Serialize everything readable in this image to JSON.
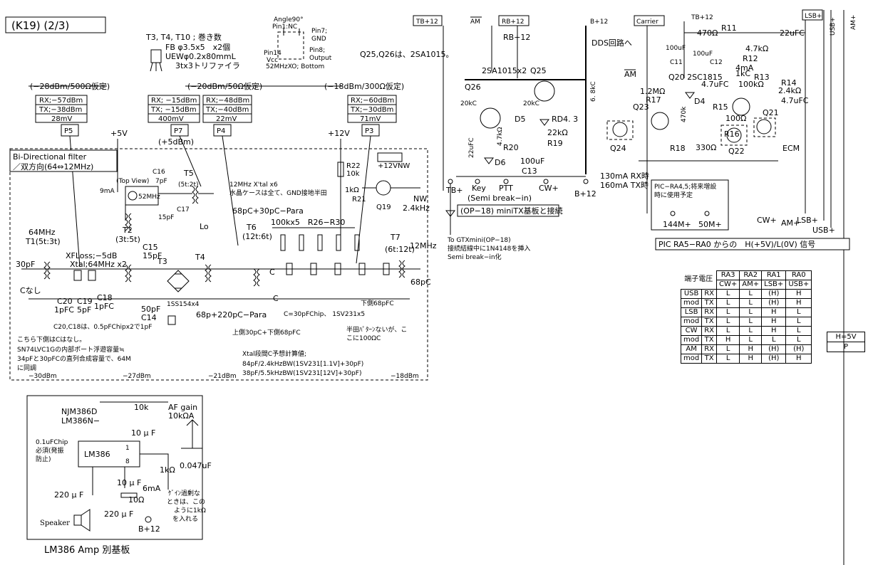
{
  "header": {
    "page_title": "(K19) (2/3)",
    "transformer_notes": [
      "T3, T4, T10 ; 巻き数",
      "FB φ3.5x5　x2個",
      "UEWφ0.2x80mmL",
      "3tx3トリファイラ"
    ],
    "xo_labels": {
      "angle": "Angle90°",
      "pin1": "Pin1:NC",
      "pin7": "Pin7;",
      "gnd": "GND",
      "pin14": "Pin14",
      "vcc": "Vcc",
      "pin8": "Pin8;",
      "output": "Output",
      "caption": "52MHzXO; Bottom"
    },
    "q_note": "Q25,Q26は、2SA1015。"
  },
  "rf": {
    "level_notes": [
      "(−28dBm/500Ω仮定)",
      "(−20dBm/50Ω仮定)",
      "(−18dBm/300Ω仮定)"
    ],
    "probes": [
      {
        "lines": [
          "RX;−57dBm",
          "TX;−38dBm",
          "28mV"
        ],
        "pin": "P5"
      },
      {
        "lines": [
          "RX; −15dBm",
          "TX; −15dBm",
          "400mV"
        ],
        "pin": "P7"
      },
      {
        "lines": [
          "RX;−48dBm",
          "TX;−40dBm",
          "22mV"
        ],
        "pin": "P4"
      },
      {
        "lines": [
          "RX;−60dBm",
          "TX;−30dBm",
          "71mV"
        ],
        "pin": "P3"
      }
    ],
    "supply_5v": "+5V",
    "supply_12v": "+12V",
    "p7_level": "(+5dBm)",
    "filter_title": [
      "Bi-Directional filter",
      "／双方向(64⇔12MHz)"
    ],
    "top_view": "(Top View)",
    "xo_freq": "52MHz",
    "current_9ma": "9mA",
    "c16": [
      "C16",
      "7pF"
    ],
    "t5": [
      "T5",
      "(5t:2t)"
    ],
    "c17": [
      "C17",
      "15pF"
    ],
    "lo": "Lo",
    "t2": [
      "T2",
      "(3t:5t)"
    ],
    "xtal_note": [
      "12MHz X'tal x6",
      "水晶ケースは全て、GND接地半田"
    ],
    "para1": "68pC+30pC−Para",
    "t6": [
      "T6",
      "(12t:6t)"
    ],
    "r_array": "100kx5　R26−R30",
    "r22": [
      "R22",
      "10k"
    ],
    "vnw": "+12VNW",
    "r21": [
      "1kΩ",
      "R21"
    ],
    "q19": "Q19",
    "nw": [
      "NW",
      "2.4kHz"
    ],
    "t1": [
      "64MHz",
      "T1(5t:3t)"
    ],
    "xfloss": [
      "XFLoss;−5dB",
      "Xtal;64MHz x2"
    ],
    "c15": [
      "C15",
      "15pF"
    ],
    "t3": "T3",
    "t4": "T4",
    "t7": [
      "T7",
      "(6t:12t)"
    ],
    "out_12mhz": "12MHz",
    "c_68pc": "68pC",
    "c_30pf": "30pF",
    "c_nashi": "Cなし",
    "c20": [
      "C20",
      "1pFC"
    ],
    "c19": [
      "C19",
      "5pF"
    ],
    "c18": [
      "C18",
      "1pFC"
    ],
    "c14": [
      "50pF",
      "C14"
    ],
    "diode": "1SS154x4",
    "para2": "68p+220pC−Para",
    "c_chip": "C=30pFChip、 1SV231x5",
    "upper_side": "上側30pC+下側68pFC",
    "lower_side": "下側68pFC",
    "pattern_note": [
      "半田ﾊﾟﾀｰﾝないが、こ",
      "こに100ΩC"
    ],
    "bottom_note": [
      "こちら下側はCはなし。",
      "SN74LVC1Gの内部ポート浮遊容量≒",
      "34pFと30pFCの直列合成容量で、64M",
      "に同調",
      "C20,C18は、0.5pFChipx2で1pF"
    ],
    "xtal_calc": [
      "Xtal段間C予想計算値;",
      "84pF/2.4kHzBW(1SV231[1.1V]+30pF)",
      "38pF/5.5kHzBW(1SV231[12V]+30pF)"
    ],
    "bottom_levels": [
      "−30dBm",
      "−27dBm",
      "−21dBm",
      "−18dBm"
    ],
    "small_c": [
      "C",
      "C"
    ]
  },
  "ctrl": {
    "rails": [
      "TB+12",
      "AM",
      "RB+12",
      "B+12",
      "Carrier",
      "TB+12",
      "LSB+",
      "USB+",
      "AM+"
    ],
    "rb12": "RB+12",
    "dds": "DDS回路へ",
    "am_bar": "AM",
    "q25": [
      "2SA1015x2",
      "Q25"
    ],
    "q26": "Q26",
    "c20u": [
      "20kC",
      "22uFC"
    ],
    "r47k": "4.7kΩ",
    "rd43": [
      "20kC",
      "RD4. 3"
    ],
    "d5": "D5",
    "r22k": "22kΩ",
    "r20": "R20",
    "r19": "R19",
    "d6": "D6",
    "c13": [
      "100uF",
      "C13"
    ],
    "r68k": "6. 8kC",
    "keys": [
      "TB+",
      "Key",
      "PTT",
      "CW+",
      "B+12"
    ],
    "semi": "(Semi break−in)",
    "current_note": [
      "130mA RX時",
      "160mA TX時"
    ],
    "op18": "(OP−18) miniTX基板と接続",
    "gtx": [
      "To GTXmini(OP−18)",
      "接続結線中に1N4148を挿入",
      "Semi break−in化"
    ],
    "r11": [
      "470Ω",
      "R11"
    ],
    "c11": [
      "100uF",
      "C11"
    ],
    "c12": [
      "100uF",
      "C12"
    ],
    "r12": [
      "4.7kΩ",
      "R12"
    ],
    "q20": "Q20 2SC1815",
    "cur4ma": [
      "4mA",
      "1kC"
    ],
    "r13": [
      "R13",
      "100kΩ"
    ],
    "c22u": "22uFC",
    "r14": [
      "R14",
      "2.4kΩ"
    ],
    "c47u1": "4.7uFC",
    "c47u2": "4.7uFC",
    "r17": [
      "1.2MΩ",
      "R17"
    ],
    "q23": "Q23",
    "d4": "D4",
    "r470k": "470k",
    "r15": [
      "R15",
      "100Ω"
    ],
    "r16": [
      "R16",
      "330Ω"
    ],
    "q21": "Q21",
    "q22": "Q22",
    "q24": "Q24",
    "r18": "R18",
    "ecm": "ECM",
    "pic_future": [
      "PIC−RA4,5;将来増設",
      "時に使用予定"
    ],
    "m144": "144M+",
    "m50": "50M+",
    "bottom_rails": [
      "CW+",
      "AM+",
      "LSB+",
      "USB+"
    ],
    "pic_signal": "PIC RA5−RA0 からの　H(+5V)/L(0V) 信号"
  },
  "truth": {
    "corner": "端子電圧",
    "cols": [
      "RA3",
      "RA2",
      "RA1",
      "RA0"
    ],
    "subcols": [
      "CW+",
      "AM+",
      "LSB+",
      "USB+"
    ],
    "rows": [
      {
        "m": "USB",
        "s": "RX",
        "v": [
          "L",
          "L",
          "(H)",
          "H"
        ]
      },
      {
        "m": "mod",
        "s": "TX",
        "v": [
          "L",
          "L",
          "(H)",
          "H"
        ]
      },
      {
        "m": "LSB",
        "s": "RX",
        "v": [
          "L",
          "L",
          "H",
          "L"
        ]
      },
      {
        "m": "mod",
        "s": "TX",
        "v": [
          "L",
          "L",
          "H",
          "L"
        ]
      },
      {
        "m": "CW",
        "s": "RX",
        "v": [
          "L",
          "L",
          "H",
          "L"
        ]
      },
      {
        "m": "mod",
        "s": "TX",
        "v": [
          "H",
          "L",
          "L",
          "L"
        ]
      },
      {
        "m": "AM",
        "s": "RX",
        "v": [
          "L",
          "H",
          "(H)",
          "(H)"
        ]
      },
      {
        "m": "mod",
        "s": "TX",
        "v": [
          "L",
          "H",
          "(H)",
          "H"
        ]
      }
    ],
    "h_box": [
      "H=5V",
      "P"
    ]
  },
  "amp": {
    "njm": [
      "NJM386D",
      "LM386N−"
    ],
    "r10k": "10k",
    "af": [
      "AF gain",
      "10kΩA"
    ],
    "c10u1": "10 μ F",
    "c10u2": "10 μ F",
    "ic": "LM386",
    "pins": [
      "1",
      "8"
    ],
    "chip_note": [
      "0.1uFChip",
      "必須(発振",
      "防止)"
    ],
    "r1k": "1kΩ",
    "c047": "0.047uF",
    "c220a": "220 μ F",
    "c220b": "220 μ F",
    "cur6ma": "6mA",
    "r10": "10Ω",
    "gain_note": [
      "ｹﾞｲﾝ過剰な",
      "ときは、この",
      "ように1kΩ",
      "を入れる"
    ],
    "b12": "B+12",
    "speaker": "Speaker",
    "caption": "LM386 Amp 別基板"
  }
}
